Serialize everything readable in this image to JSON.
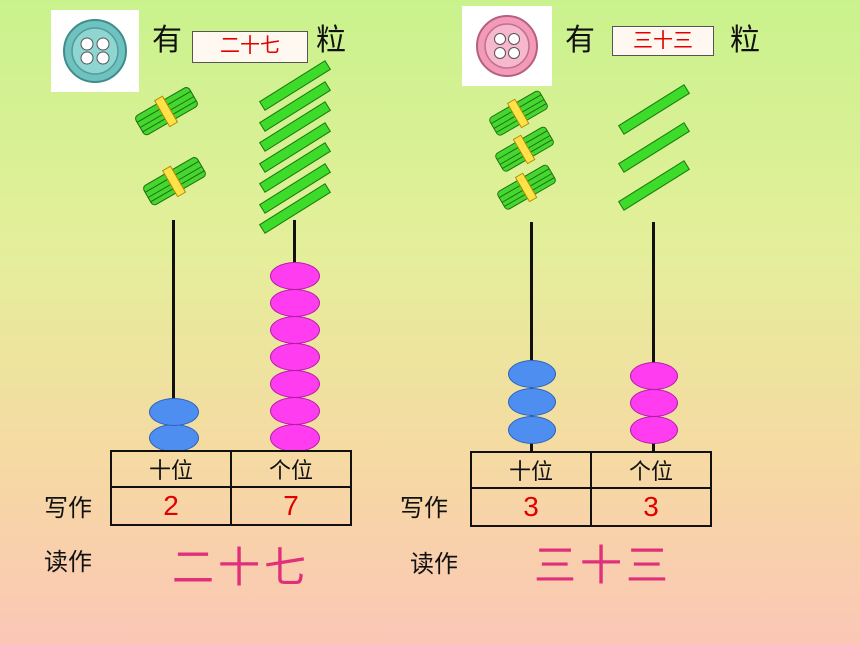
{
  "left": {
    "prefix": "有",
    "answer": "二十七",
    "suffix": "粒",
    "button_color": "#6fc2c0",
    "tens_bundles": 2,
    "ones_sticks": 7,
    "tens_beads": 2,
    "ones_beads": 7,
    "tens_bead_color": "#4d8ef0",
    "ones_bead_color": "#ff3cf0",
    "table": {
      "tens_header": "十位",
      "ones_header": "个位",
      "tens_value": "2",
      "ones_value": "7"
    },
    "write_label": "写作",
    "read_label": "读作",
    "reading": "二十七"
  },
  "right": {
    "prefix": "有",
    "answer": "三十三",
    "suffix": "粒",
    "button_color": "#f29ab8",
    "tens_bundles": 3,
    "ones_sticks": 3,
    "tens_beads": 3,
    "ones_beads": 3,
    "tens_bead_color": "#4d8ef0",
    "ones_bead_color": "#ff3cf0",
    "table": {
      "tens_header": "十位",
      "ones_header": "个位",
      "tens_value": "3",
      "ones_value": "3"
    },
    "write_label": "写作",
    "read_label": "读作",
    "reading": "三十三"
  }
}
